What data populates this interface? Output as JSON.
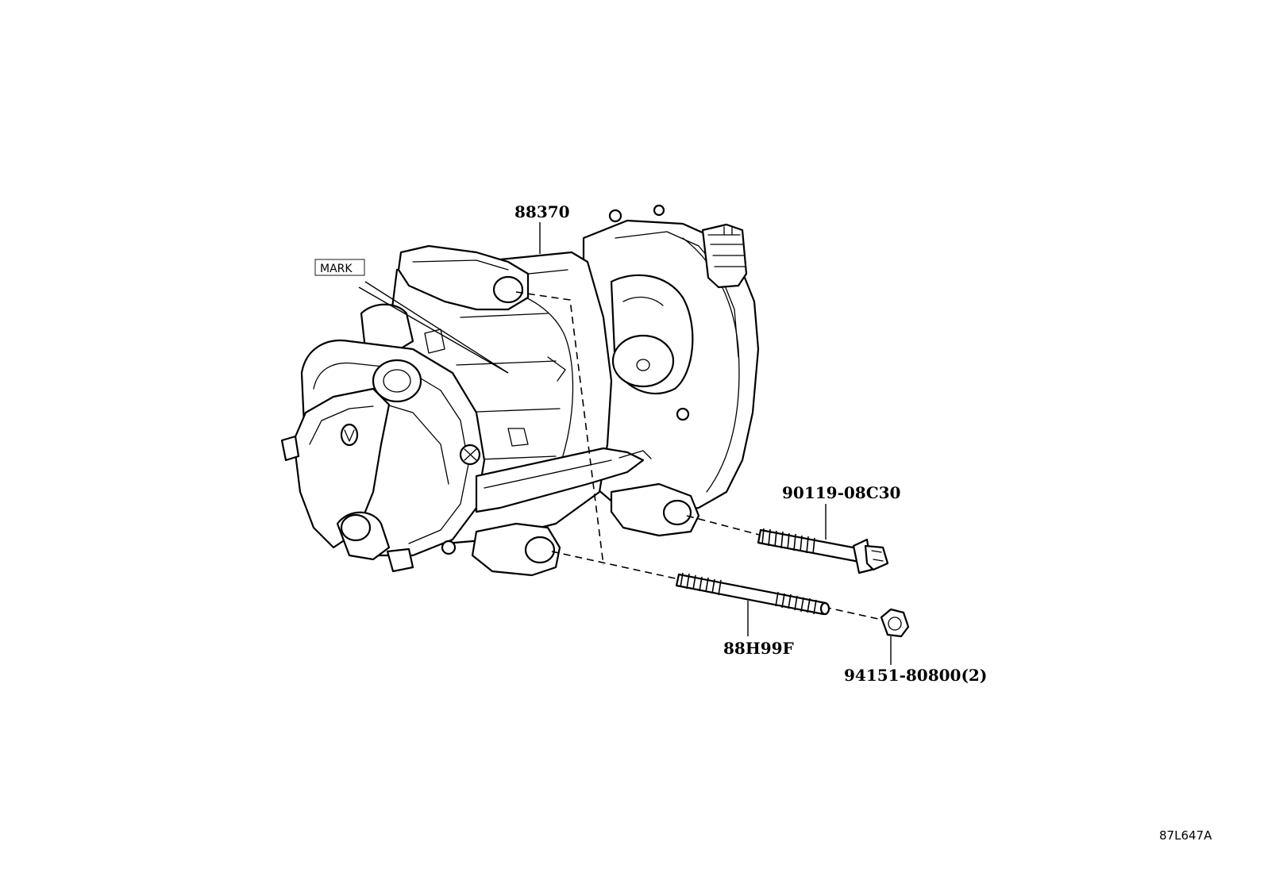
{
  "diagram": {
    "callouts": {
      "compressor": "88370",
      "mark": "MARK",
      "upper_bolt": "90119-08C30",
      "stud_bolt": "88H99F",
      "nut": "94151-80800(2)"
    },
    "catalog_code": "87L647A"
  }
}
